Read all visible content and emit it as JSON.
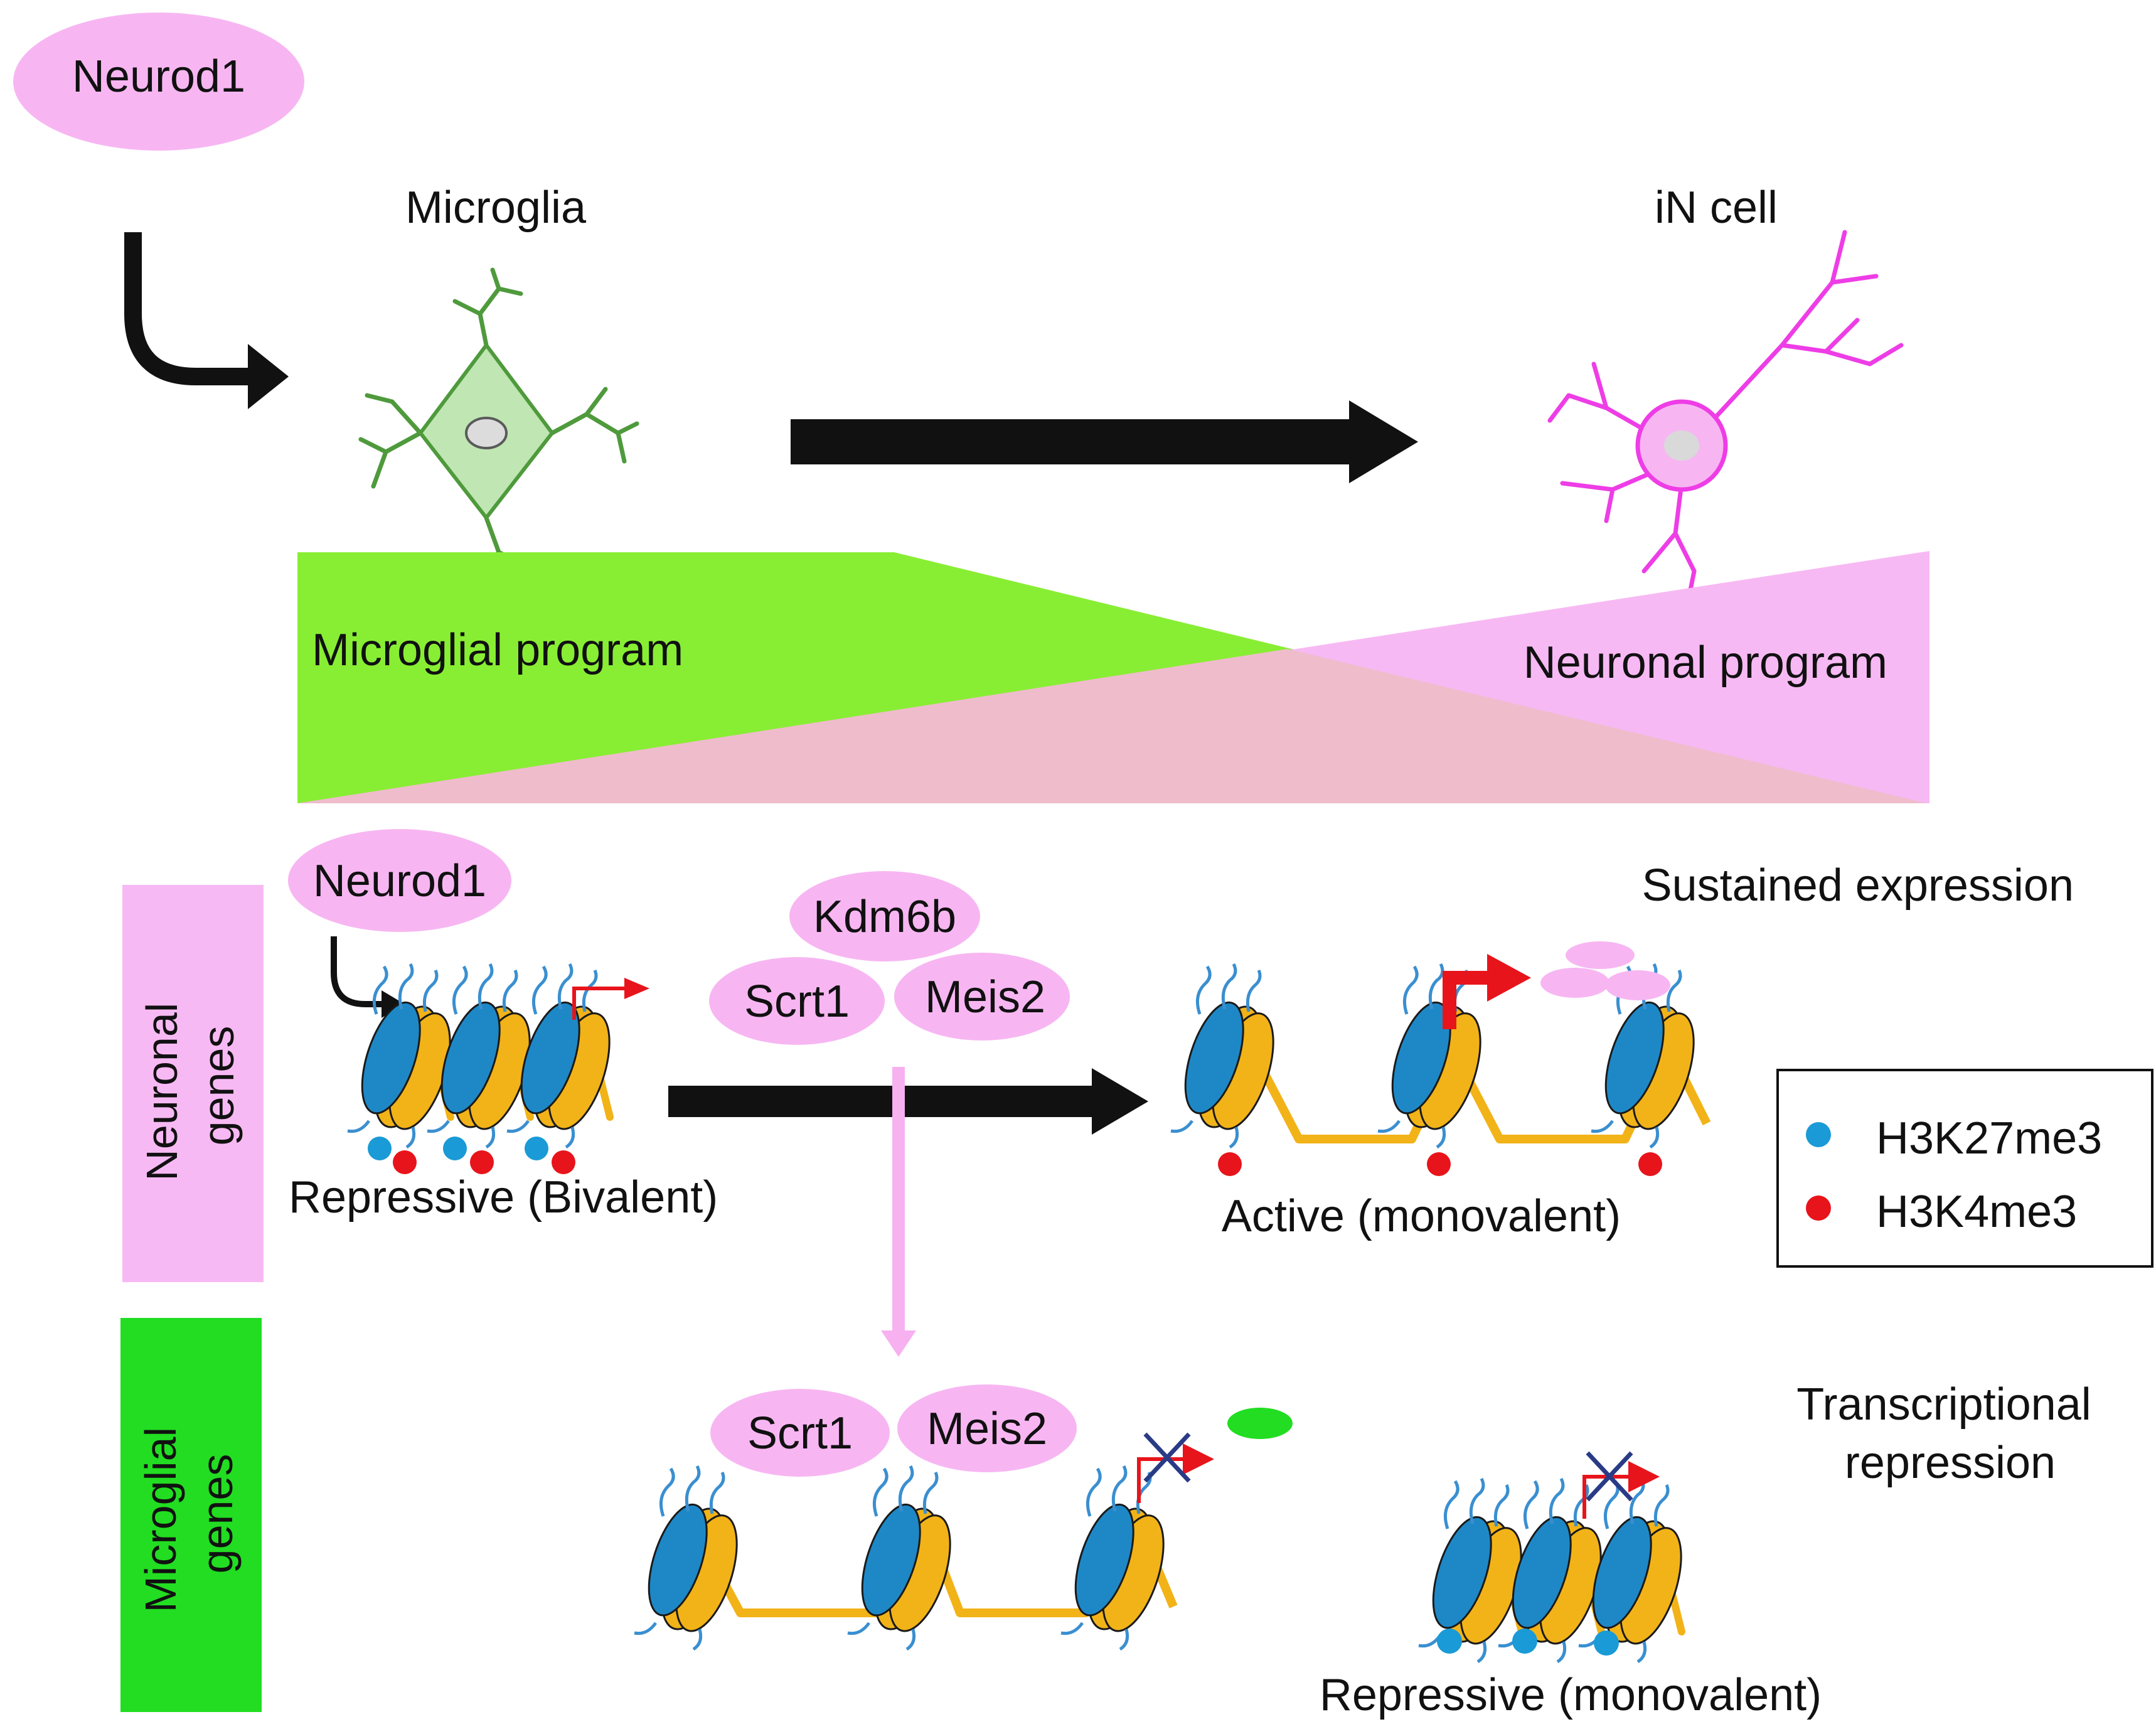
{
  "top": {
    "factor_label": "Neurod1",
    "start_cell_label": "Microglia",
    "end_cell_label": "iN cell"
  },
  "programs": {
    "microglial_label": "Microglial program",
    "neuronal_label": "Neuronal program"
  },
  "rows": {
    "neuronal_genes_label": [
      "Neuronal",
      "genes"
    ],
    "microglial_genes_label": [
      "Microglial",
      "genes"
    ]
  },
  "neuronal_row": {
    "factor_label": "Neurod1",
    "cofactors": [
      "Kdm6b",
      "Scrt1",
      "Meis2"
    ],
    "before_state": "Repressive (Bivalent)",
    "after_state": "Active (monovalent)",
    "outcome": "Sustained expression"
  },
  "microglial_row": {
    "cofactors": [
      "Scrt1",
      "Meis2"
    ],
    "outcome": [
      "Transcriptional",
      "repression"
    ],
    "after_state": "Repressive (monovalent)"
  },
  "legend": {
    "items": [
      {
        "label": "H3K27me3",
        "color": "#1a9ad6"
      },
      {
        "label": "H3K4me3",
        "color": "#e8141b"
      }
    ]
  },
  "colors": {
    "factor_pink": "#f7b6f2",
    "microglia_green": "#88ee33",
    "neuron_pink": "#f7b9f3",
    "overlap": "#efbccb",
    "microglia_cell": "#4f9a3c",
    "neuron_cell": "#ee3de6",
    "nucleosome_blue": "#1e88c7",
    "nucleosome_gold": "#f2b318",
    "tss_arrow": "#e8141b"
  }
}
